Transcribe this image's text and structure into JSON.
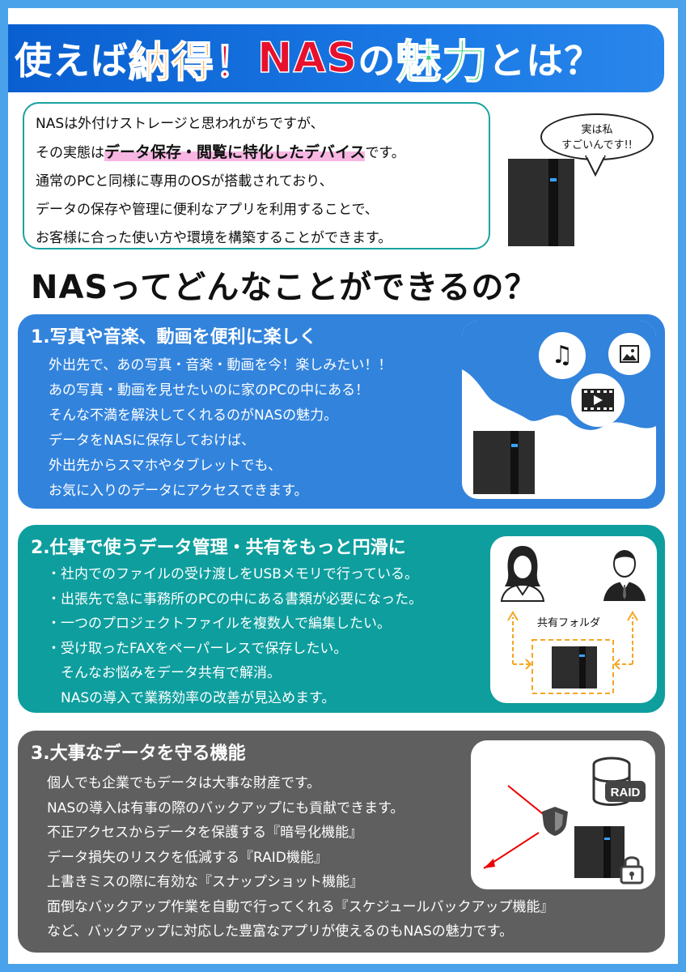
{
  "title": {
    "part1": "使えば",
    "part2": "納得",
    "part3": "！",
    "part4": "NAS",
    "part5": "の",
    "part6": "魅力",
    "part7": "とは？"
  },
  "intro": {
    "line1": "NASは外付けストレージと思われがちですが、",
    "line2_pre": "その実態は",
    "line2_hl": "データ保存・閲覧に特化したデバイス",
    "line2_post": "です。",
    "line3": "通常のPCと同様に専用のOSが搭載されており、",
    "line4": "データの保存や管理に便利なアプリを利用することで、",
    "line5": "お客様に合った使い方や環境を構築することができます。"
  },
  "bubble": {
    "line1": "実は私",
    "line2": "すごいんです!!"
  },
  "question": "NASってどんなことができるの？",
  "sections": [
    {
      "heading": "1.写真や音楽、動画を便利に楽しく",
      "lines": [
        "外出先で、あの写真・音楽・動画を今！楽しみたい！！",
        "あの写真・動画を見せたいのに家のPCの中にある！",
        "そんな不満を解決してくれるのがNASの魅力。",
        "データをNASに保存しておけば、",
        "外出先からスマホやタブレットでも、",
        "お気に入りのデータにアクセスできます。"
      ]
    },
    {
      "heading": "2.仕事で使うデータ管理・共有をもっと円滑に",
      "lines": [
        "・社内でのファイルの受け渡しをUSBメモリで行っている。",
        "・出張先で急に事務所のPCの中にある書類が必要になった。",
        "・一つのプロジェクトファイルを複数人で編集したい。",
        "・受け取ったFAXをペーパーレスで保存したい。",
        "　そんなお悩みをデータ共有で解消。",
        "　NASの導入で業務効率の改善が見込めます。"
      ],
      "folder_label": "共有フォルダ"
    },
    {
      "heading": "3.大事なデータを守る機能",
      "lines": [
        "個人でも企業でもデータは大事な財産です。",
        "NASの導入は有事の際のバックアップにも貢献できます。",
        "不正アクセスからデータを保護する『暗号化機能』",
        "データ損失のリスクを低減する『RAID機能』",
        "上書きミスの際に有効な『スナップショット機能』",
        "面倒なバックアップ作業を自動で行ってくれる『スケジュールバックアップ機能』",
        "など、バックアップに対応した豊富なアプリが使えるのもNASの魅力です。"
      ],
      "raid_label": "RAID"
    }
  ],
  "colors": {
    "frame": "#4aa3ea",
    "title_bar": "#1c7be6",
    "section1": "#3283dc",
    "section2": "#0e9e9e",
    "section3": "#5f5f5f",
    "highlight": "#f8b6e2",
    "dashed_arrow": "#f5a623"
  },
  "icons": [
    "music-icon",
    "image-icon",
    "video-icon",
    "woman-user-icon",
    "man-user-icon",
    "shield-icon",
    "database-icon",
    "lock-icon"
  ]
}
